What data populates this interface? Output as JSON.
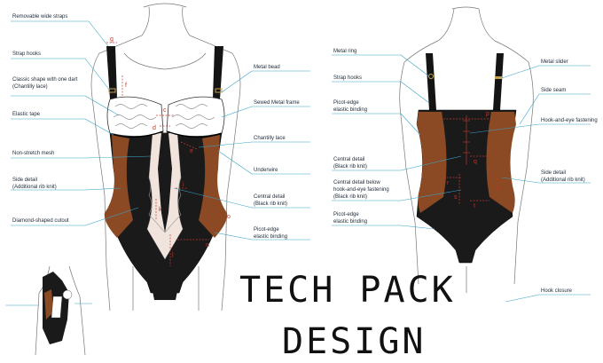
{
  "title": {
    "line1": "TECH PACK",
    "line2": "DESIGN"
  },
  "front_labels": {
    "left": [
      "Removable wide straps",
      "Strap hooks",
      "Classic shape with one dart",
      "(Chantilly lace)",
      "Elastic tape",
      "Non-stretch mesh",
      "Side detail",
      "(Additional rib knit)",
      "Diamond-shaped cutout"
    ],
    "right": [
      "Metal bead",
      "Sewed Metal frame",
      "Chantilly lace",
      "Underwire",
      "Central detail",
      "(Black rib knit)",
      "Picot-edge",
      "elastic binding"
    ]
  },
  "back_labels": {
    "left": [
      "Metal ring",
      "Strap hooks",
      "Picot-edge",
      "elastic binding",
      "Central detail",
      "(Black rib knit)",
      "Central detail below",
      "hook-and-eye fastening",
      "(Black rib knit)",
      "Picot-edge",
      "elastic binding"
    ],
    "right": [
      "Metal slider",
      "Side seam",
      "Hook-and-eye fastening",
      "Side detail",
      "(Additional rib knit)",
      "Hook closure"
    ]
  },
  "measurements": {
    "front": [
      "g",
      "f",
      "c",
      "d",
      "e",
      "i",
      "k",
      "j",
      "n",
      "o"
    ],
    "back": [
      "p",
      "q",
      "r",
      "s",
      "t",
      "u"
    ]
  },
  "colors": {
    "black_knit": "#141414",
    "brown_rib": "#8b4a24",
    "mesh": "#f1e4dc",
    "lace": "#ffffff",
    "leader": "#3aa3c9",
    "measure": "#c0392b"
  }
}
